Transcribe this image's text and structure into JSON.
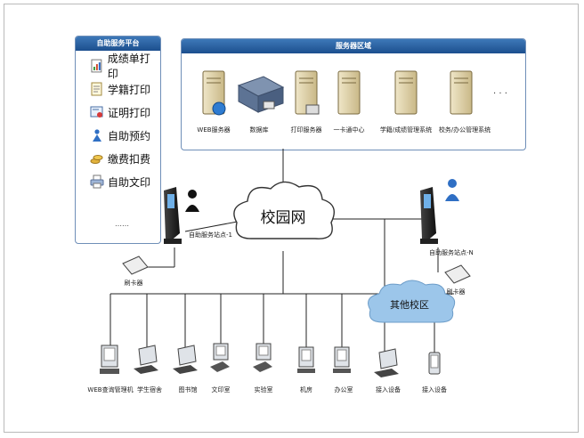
{
  "self_service": {
    "title": "自助服务平台",
    "items": [
      {
        "label": "成绩单打印",
        "icon": "chart-doc-icon"
      },
      {
        "label": "学籍打印",
        "icon": "document-icon"
      },
      {
        "label": "证明打印",
        "icon": "certificate-icon"
      },
      {
        "label": "自助预约",
        "icon": "person-icon"
      },
      {
        "label": "缴费扣费",
        "icon": "coins-icon"
      },
      {
        "label": "自助文印",
        "icon": "printer-icon"
      }
    ],
    "more": "……"
  },
  "server_area": {
    "title": "服务器区域",
    "servers": [
      "WEB服务器",
      "数据库",
      "打印服务器",
      "一卡通中心",
      "学籍/成绩管理系统",
      "校务/办公管理系统"
    ],
    "more": "· · ·"
  },
  "campus_net": "校园网",
  "other_campus": "其他校区",
  "kiosk_left": "自助服务站点-1",
  "kiosk_right": "自助服务站点-N",
  "card_reader_left": "刷卡器",
  "card_reader_right": "刷卡器",
  "endpoints": [
    "WEB查询管理机",
    "学生宿舍",
    "图书馆",
    "文印室",
    "实验室",
    "机房",
    "办公室",
    "接入设备",
    "接入设备"
  ],
  "colors": {
    "header_blue": "#1f5596",
    "line": "#222222",
    "cloud_blue": "#9cc6ea"
  }
}
